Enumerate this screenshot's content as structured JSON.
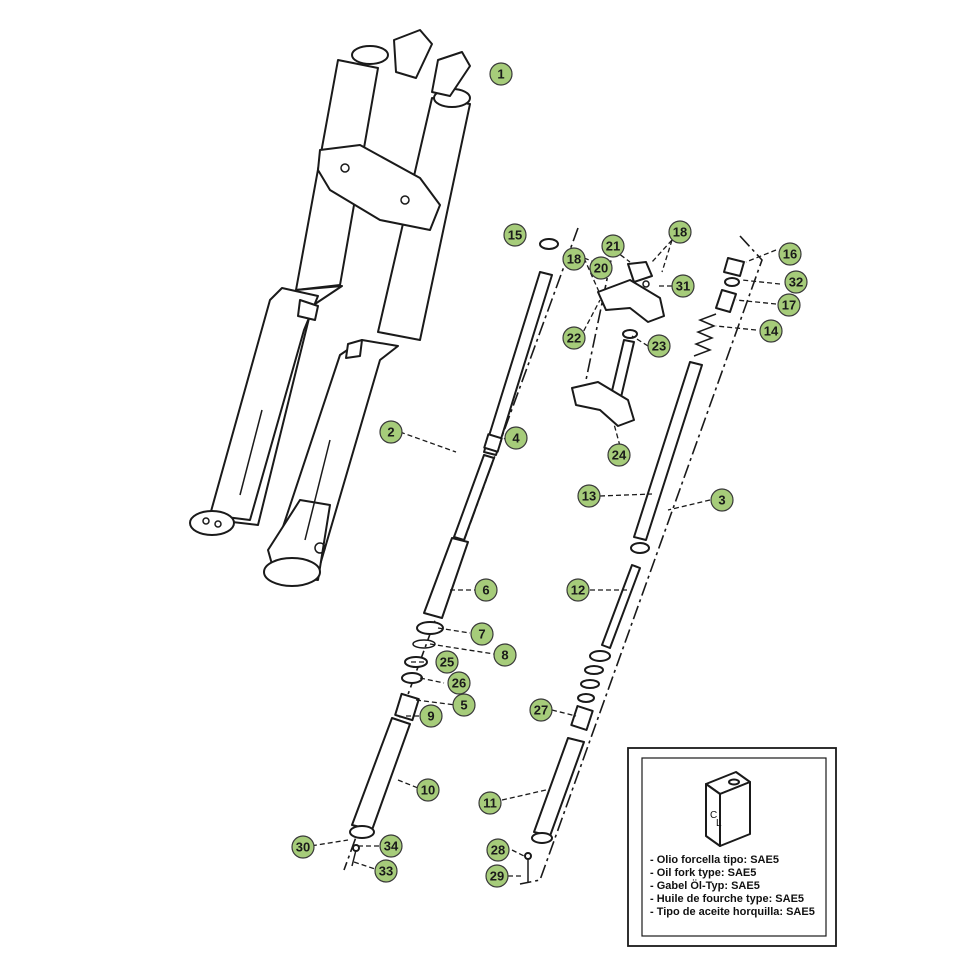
{
  "callouts": {
    "c1": "1",
    "c2": "2",
    "c3": "3",
    "c4": "4",
    "c5": "5",
    "c6": "6",
    "c7": "7",
    "c8": "8",
    "c9": "9",
    "c10": "10",
    "c11": "11",
    "c12": "12",
    "c13": "13",
    "c14": "14",
    "c15": "15",
    "c16": "16",
    "c17": "17",
    "c18a": "18",
    "c18b": "18",
    "c20": "20",
    "c21": "21",
    "c22": "22",
    "c23": "23",
    "c24": "24",
    "c25": "25",
    "c26": "26",
    "c27": "27",
    "c28": "28",
    "c29": "29",
    "c30": "30",
    "c31": "31",
    "c32": "32",
    "c33": "33",
    "c34": "34"
  },
  "oil_box": {
    "can_label_c": "C",
    "can_label_l": "L",
    "lines": [
      "- Olio forcella tipo: SAE5",
      "- Oil fork type: SAE5",
      "- Gabel Öl-Typ: SAE5",
      "- Huile de fourche type: SAE5",
      "- Tipo de aceite horquilla: SAE5"
    ]
  },
  "colors": {
    "callout_fill": "#a6cc7a",
    "line": "#1a1a1a"
  }
}
